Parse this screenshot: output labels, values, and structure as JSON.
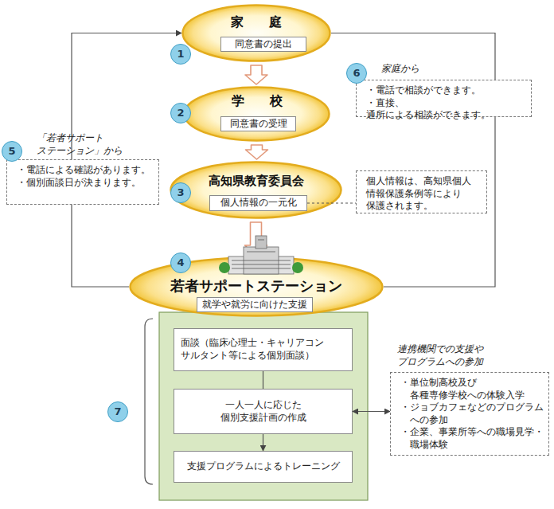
{
  "diagram": {
    "nodes": [
      {
        "text": [
          "家　　庭"
        ]
      },
      {
        "text": [
          "同意書の提出"
        ],
        "in": 0
      },
      {
        "text": [
          "家庭から",
          "・電話で相談ができます。",
          "・直接、通所による相談ができます。"
        ]
      },
      {
        "text": [
          "学　　校"
        ]
      },
      {
        "text": [
          "同意書の受理"
        ],
        "in": 3
      },
      {
        "text": [
          "「若者サポート ステーション」から",
          "・電話による確認があります。",
          "・個別面談日が決まります。"
        ]
      },
      {
        "text": [
          "高知県教育委員会"
        ]
      },
      {
        "text": [
          "個人情報の一元化"
        ],
        "in": 6
      },
      {
        "text": [
          "個人情報は、高知県個人 情報保護条例等により 保護されます。"
        ]
      },
      {
        "text": [
          "若者サポートステーション"
        ]
      },
      {
        "text": [
          "就学や就労に向けた支援"
        ],
        "in": 9
      },
      {
        "text": [
          "面談（臨床心理士・キャリアコン サルタント等による個別面談）"
        ]
      },
      {
        "text": [
          "一人一人に応じた 個別支援計画の作成"
        ]
      },
      {
        "text": [
          "支援プログラムによるトレーニング"
        ]
      },
      {
        "text": [
          "連携機関での支援や プログラムへの参加",
          "・単位制高校及び 各種専修学校への体験入学",
          "・ジョブカフェなどのプログラム への参加",
          "・企業、事業所等への職場見学・ 職場体験"
        ]
      }
    ],
    "edges": [
      {
        "from": 0,
        "to": 3,
        "arrow": "to"
      },
      {
        "from": 3,
        "to": 6,
        "arrow": "to"
      },
      {
        "from": 6,
        "to": 9,
        "arrow": "to"
      },
      {
        "from": 9,
        "to": 0,
        "arrow": "to"
      },
      {
        "from": 0,
        "to": 9,
        "arrow": "none"
      },
      {
        "from": 7,
        "to": 8,
        "arrow": "none"
      },
      {
        "from": 11,
        "to": 12,
        "arrow": "none"
      },
      {
        "from": 12,
        "to": 13,
        "arrow": "to"
      },
      {
        "from": 12,
        "to": 14,
        "arrow": "both"
      }
    ],
    "labels": [
      "1",
      "2",
      "3",
      "4",
      "5",
      "6",
      "7"
    ]
  }
}
